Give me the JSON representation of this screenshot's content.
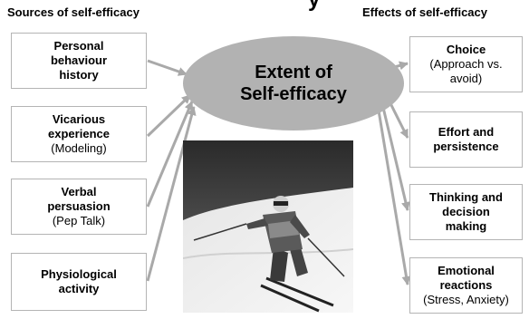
{
  "top_partial_text": "y",
  "headings": {
    "sources": "Sources of self-efficacy",
    "effects": "Effects of self-efficacy"
  },
  "center": {
    "line1": "Extent of",
    "line2": "Self-efficacy"
  },
  "sources": [
    {
      "bold1": "Personal",
      "bold2": "behaviour",
      "bold3": "history"
    },
    {
      "bold1": "Vicarious",
      "bold2": "experience",
      "normal": "(Modeling)"
    },
    {
      "bold1": "Verbal",
      "bold2": "persuasion",
      "normal": "(Pep Talk)"
    },
    {
      "bold1": "Physiological",
      "bold2": "activity"
    }
  ],
  "effects": [
    {
      "bold1": "Choice",
      "normal1": "(Approach vs.",
      "normal2": "avoid)"
    },
    {
      "bold1": "Effort and",
      "bold2": "persistence"
    },
    {
      "bold1": "Thinking and",
      "bold2": "decision",
      "bold3": "making"
    },
    {
      "bold1": "Emotional",
      "bold2": "reactions",
      "normal": "(Stress, Anxiety)"
    }
  ],
  "colors": {
    "ellipse": "#b2b2b2",
    "arrow": "#a9a9a9",
    "box_border": "#b4b4b4"
  },
  "photo": {
    "subject": "skier-photo"
  }
}
